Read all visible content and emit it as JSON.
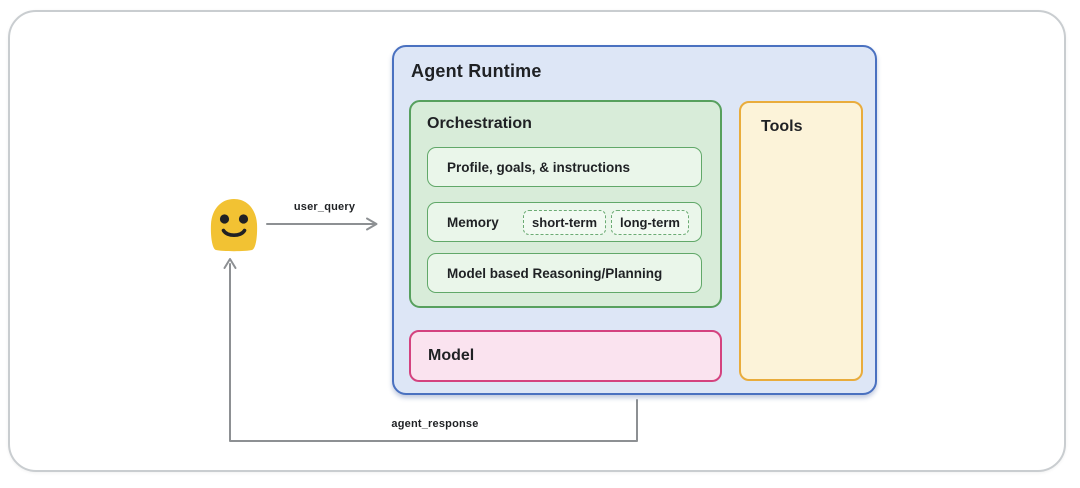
{
  "flows": {
    "user_query_label": "user_query",
    "agent_response_label": "agent_response"
  },
  "agent_runtime": {
    "title": "Agent Runtime",
    "orchestration": {
      "title": "Orchestration",
      "items": [
        {
          "label": "Profile, goals, & instructions"
        },
        {
          "label": "Memory",
          "chips": [
            "short-term",
            "long-term"
          ]
        },
        {
          "label": "Model based Reasoning/Planning"
        }
      ]
    },
    "model": {
      "title": "Model"
    },
    "tools": {
      "title": "Tools"
    }
  },
  "icons": {
    "user": "smiley-user-icon"
  },
  "colors": {
    "blue_fill": "#dde6f6",
    "blue_border": "#4a71c0",
    "green_fill": "#d8ecd9",
    "green_border": "#57a05e",
    "green_sub_fill": "#eaf6ea",
    "green_sub_border": "#61a869",
    "chip_border": "#6cab74",
    "chip_fill": "#f2faf2",
    "pink_fill": "#fae3ef",
    "pink_border": "#d4427f",
    "cream_fill": "#fcf3d9",
    "orange_border": "#e9ac3c",
    "frame_border": "#c9cdd0",
    "line": "#8d9093",
    "ink": "#1f2124",
    "emoji": "#f2c233"
  }
}
